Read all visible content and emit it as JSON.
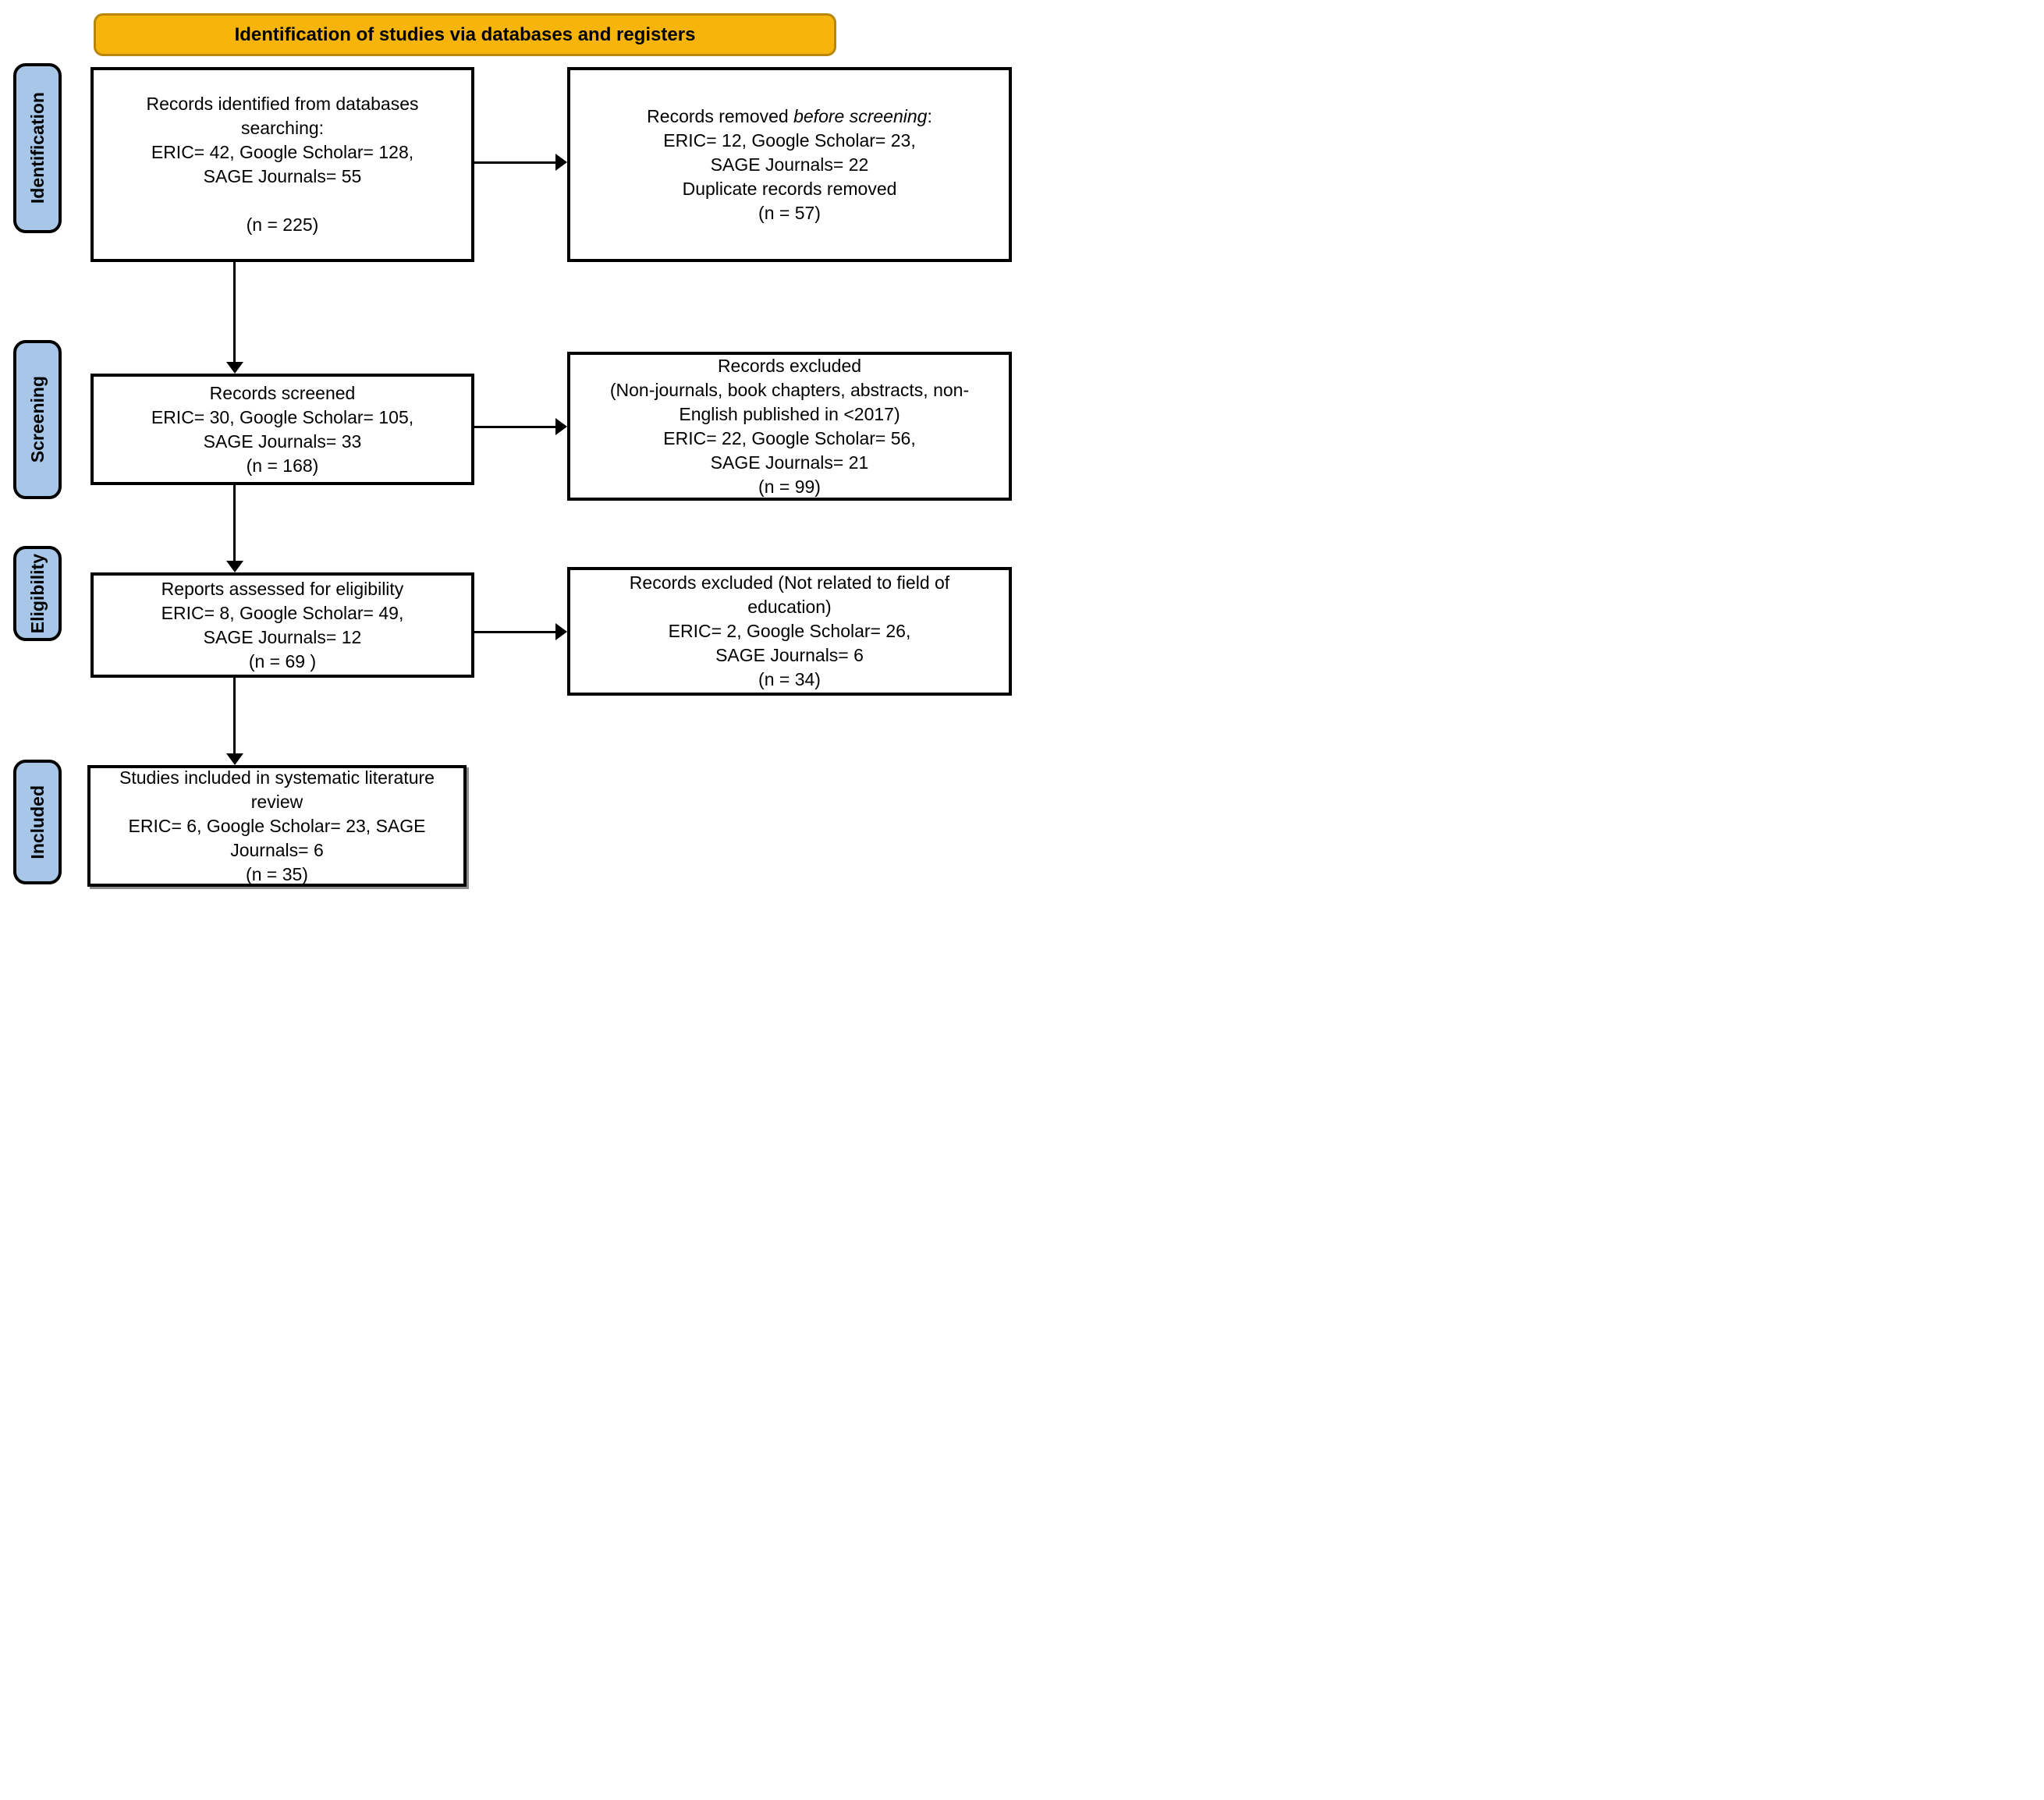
{
  "banner": {
    "label": "Identification of studies via databases and registers"
  },
  "stages": [
    {
      "label": "Identification"
    },
    {
      "label": "Screening"
    },
    {
      "label": "Eligibility"
    },
    {
      "label": "Included"
    }
  ],
  "boxes": [
    {
      "name": "records-identified",
      "lines": [
        "Records identified from databases",
        "searching:",
        "ERIC= 42, Google Scholar= 128,",
        "SAGE Journals= 55",
        "",
        "(n = 225)"
      ]
    },
    {
      "name": "records-removed-before-screening",
      "lines": [
        "Records removed *before screening*:",
        "ERIC= 12, Google Scholar= 23,",
        "SAGE Journals= 22",
        "Duplicate records removed",
        "(n = 57)"
      ]
    },
    {
      "name": "records-screened",
      "lines": [
        "Records screened",
        "ERIC= 30, Google Scholar= 105,",
        "SAGE Journals= 33",
        "(n = 168)"
      ]
    },
    {
      "name": "records-excluded-screening",
      "lines": [
        "Records excluded",
        "(Non-journals, book chapters, abstracts, non-",
        "English published in <2017)",
        "ERIC= 22, Google Scholar= 56,",
        "SAGE Journals= 21",
        "(n = 99)"
      ]
    },
    {
      "name": "reports-assessed-for-eligibility",
      "lines": [
        "Reports assessed for eligibility",
        "ERIC= 8, Google Scholar= 49,",
        "SAGE Journals= 12",
        "(n = 69 )"
      ]
    },
    {
      "name": "records-excluded-eligibility",
      "lines": [
        "Records excluded (Not related to field of",
        "education)",
        "ERIC= 2, Google Scholar= 26,",
        "SAGE Journals= 6",
        "(n = 34)"
      ]
    },
    {
      "name": "studies-included",
      "lines": [
        "Studies included in systematic literature",
        "review",
        "ERIC= 6, Google Scholar= 23, SAGE",
        "Journals= 6",
        "(n = 35)"
      ]
    }
  ],
  "colors": {
    "banner_fill": "#F7B50C",
    "banner_border": "#B8860B",
    "stage_fill": "#A7C6E8",
    "line_color": "#000000"
  }
}
